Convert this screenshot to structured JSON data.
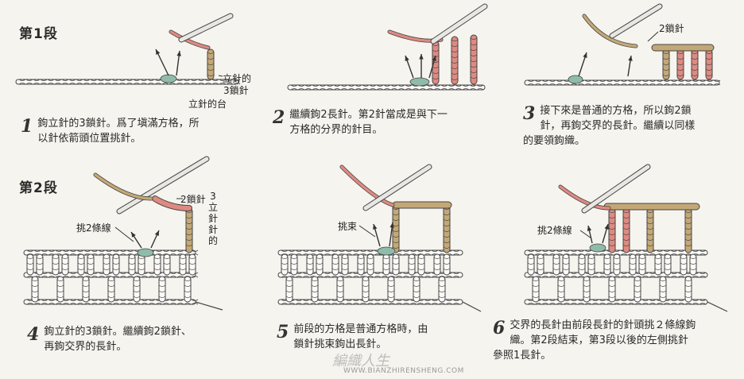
{
  "row1_heading": "第1段",
  "row2_heading": "第2段",
  "colors": {
    "tan": "#c3a877",
    "pink": "#de8a82",
    "green": "#8fbcaa",
    "needle": "#e9e7e4",
    "outline": "#444444",
    "paper": "#f6f4ee"
  },
  "steps": [
    {
      "num": "1",
      "lines": [
        "鉤立針的3鎖針。爲了塡滿方格，所",
        "以針依箭頭位置挑針。"
      ]
    },
    {
      "num": "2",
      "lines": [
        "繼續鉤2長針。第2針當成是與下一",
        "方格的分界的針目。"
      ]
    },
    {
      "num": "3",
      "lines": [
        "接下來是普通的方格，所以鉤2鎖",
        "針，再鉤交界的長針。繼續以同樣",
        "的要領鉤織。"
      ]
    },
    {
      "num": "4",
      "lines": [
        "鉤立針的3鎖針。繼續鉤2鎖針、",
        "再鉤交界的長針。"
      ]
    },
    {
      "num": "5",
      "lines": [
        "前段的方格是普通方格時，由",
        "鎖針挑束鉤出長針。"
      ]
    },
    {
      "num": "6",
      "lines": [
        "交界的長針由前段長針的針頭挑２條線鉤",
        "織。第2段結束，第3段以後的左側挑針",
        "參照1長針。"
      ]
    }
  ],
  "callouts": {
    "p1_chain": "立針的",
    "p1_chain2": "3鎖針",
    "p1_base": "立針的台",
    "p3_chain": "2鎖針",
    "p4_chain": "2鎖針",
    "p4_vertical": "3立針針的",
    "p4_pick": "挑2條線",
    "p5_pick": "挑束",
    "p6_pick": "挑2條線"
  },
  "watermark": {
    "logo": "編織人生",
    "url": "WWW.BIANZHIRENSHENG.COM"
  },
  "icons": [
    "crochet-hook-icon",
    "arrow-icon"
  ]
}
